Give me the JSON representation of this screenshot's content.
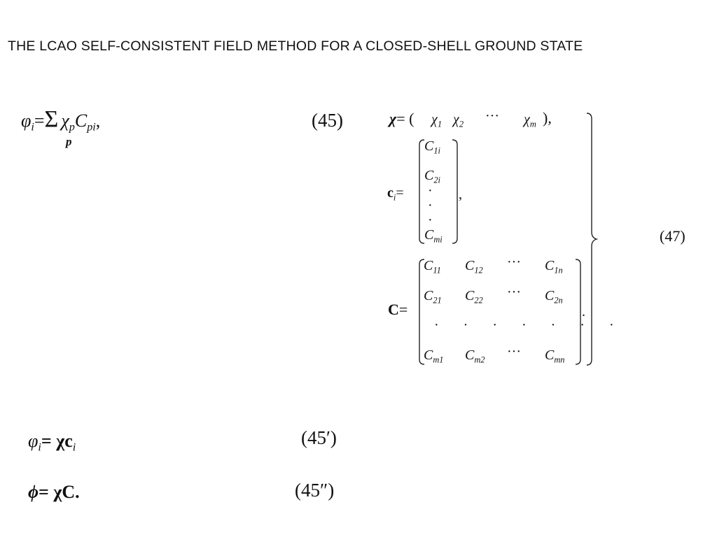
{
  "header": {
    "title": "THE LCAO SELF-CONSISTENT FIELD METHOD FOR A CLOSED-SHELL GROUND STATE"
  },
  "equations": {
    "eq45": {
      "lhs": "φ",
      "lhs_sub": "i",
      "equals": "=",
      "sum": "Σ",
      "sum_index": "p",
      "chi": "χ",
      "chi_sub": "p",
      "coef": "C",
      "coef_sub": "pi",
      "trail": ",",
      "number": "(45)"
    },
    "eq45p": {
      "lhs": "φ",
      "lhs_sub": "i",
      "rhs": "= χc",
      "rhs_sub": "i",
      "number": "(45′)"
    },
    "eq45pp": {
      "lhs": "ϕ",
      "rhs": "= χC.",
      "number": "(45″)"
    },
    "eq47": {
      "number": "(47)",
      "chi_row": {
        "lhs": "χ",
        "open": "= (",
        "entries": [
          {
            "base": "χ",
            "sub": "1"
          },
          {
            "base": "χ",
            "sub": "2"
          },
          {
            "base": "···",
            "sub": ""
          },
          {
            "base": "χ",
            "sub": "m"
          }
        ],
        "close": "),"
      },
      "ci_vector": {
        "lhs": "c",
        "lhs_sub": "i",
        "equals": "=",
        "entries": [
          {
            "base": "C",
            "sub": "1i"
          },
          {
            "base": "C",
            "sub": "2i"
          },
          {
            "base": "·",
            "sub": ""
          },
          {
            "base": "·",
            "sub": ""
          },
          {
            "base": "·",
            "sub": ""
          },
          {
            "base": "C",
            "sub": "mi"
          }
        ],
        "trail": ","
      },
      "C_matrix": {
        "lhs": "C",
        "equals": "=",
        "rows": [
          [
            {
              "base": "C",
              "sub": "11"
            },
            {
              "base": "C",
              "sub": "12"
            },
            {
              "base": "···",
              "sub": ""
            },
            {
              "base": "C",
              "sub": "1n"
            }
          ],
          [
            {
              "base": "C",
              "sub": "21"
            },
            {
              "base": "C",
              "sub": "22"
            },
            {
              "base": "···",
              "sub": ""
            },
            {
              "base": "C",
              "sub": "2n"
            }
          ],
          [
            {
              "base": "C",
              "sub": "m1"
            },
            {
              "base": "C",
              "sub": "m2"
            },
            {
              "base": "···",
              "sub": ""
            },
            {
              "base": "C",
              "sub": "mn"
            }
          ]
        ],
        "dots_row": "·       ·       ·       ·       ·       ·       ·",
        "trail": "."
      }
    }
  }
}
